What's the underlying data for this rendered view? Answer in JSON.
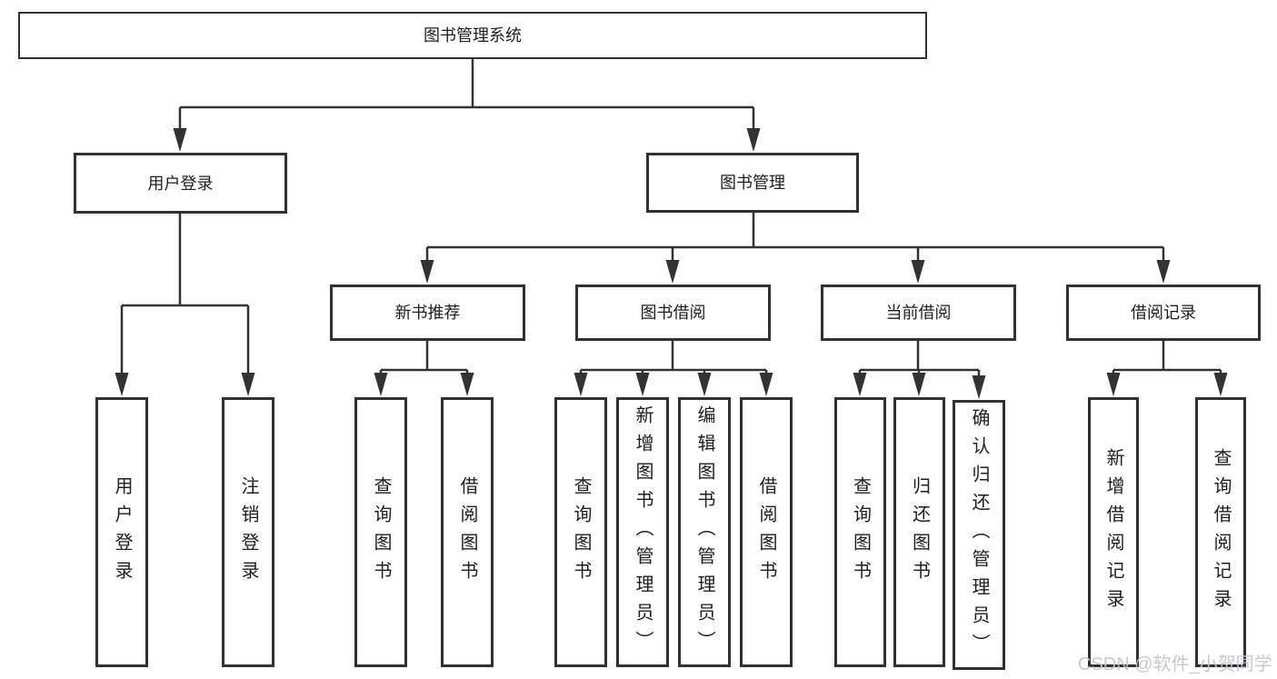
{
  "diagram": {
    "title": "图书管理系统",
    "nodes": {
      "root": "图书管理系统",
      "user_login": "用户登录",
      "book_mgmt": "图书管理",
      "new_book_rec": "新书推荐",
      "book_borrow": "图书借阅",
      "current_borrow": "当前借阅",
      "borrow_records": "借阅记录",
      "leaf_user_login": "用户登录",
      "leaf_logout": "注销登录",
      "leaf_nbr_search": "查询图书",
      "leaf_nbr_borrow": "借阅图书",
      "leaf_bb_search": "查询图书",
      "leaf_bb_add": "新增图书（管理员）",
      "leaf_bb_edit": "编辑图书（管理员）",
      "leaf_bb_borrow": "借阅图书",
      "leaf_cb_search": "查询图书",
      "leaf_cb_return": "归还图书",
      "leaf_cb_confirm": "确认归还（管理员）",
      "leaf_br_add": "新增借阅记录",
      "leaf_br_search": "查询借阅记录"
    },
    "edges": [
      [
        "root",
        "user_login"
      ],
      [
        "root",
        "book_mgmt"
      ],
      [
        "user_login",
        "leaf_user_login"
      ],
      [
        "user_login",
        "leaf_logout"
      ],
      [
        "book_mgmt",
        "new_book_rec"
      ],
      [
        "book_mgmt",
        "book_borrow"
      ],
      [
        "book_mgmt",
        "current_borrow"
      ],
      [
        "book_mgmt",
        "borrow_records"
      ],
      [
        "new_book_rec",
        "leaf_nbr_search"
      ],
      [
        "new_book_rec",
        "leaf_nbr_borrow"
      ],
      [
        "book_borrow",
        "leaf_bb_search"
      ],
      [
        "book_borrow",
        "leaf_bb_add"
      ],
      [
        "book_borrow",
        "leaf_bb_edit"
      ],
      [
        "book_borrow",
        "leaf_bb_borrow"
      ],
      [
        "current_borrow",
        "leaf_cb_search"
      ],
      [
        "current_borrow",
        "leaf_cb_return"
      ],
      [
        "current_borrow",
        "leaf_cb_confirm"
      ],
      [
        "borrow_records",
        "leaf_br_add"
      ],
      [
        "borrow_records",
        "leaf_br_search"
      ]
    ],
    "watermark": "CSDN @软件_小贺同学"
  }
}
